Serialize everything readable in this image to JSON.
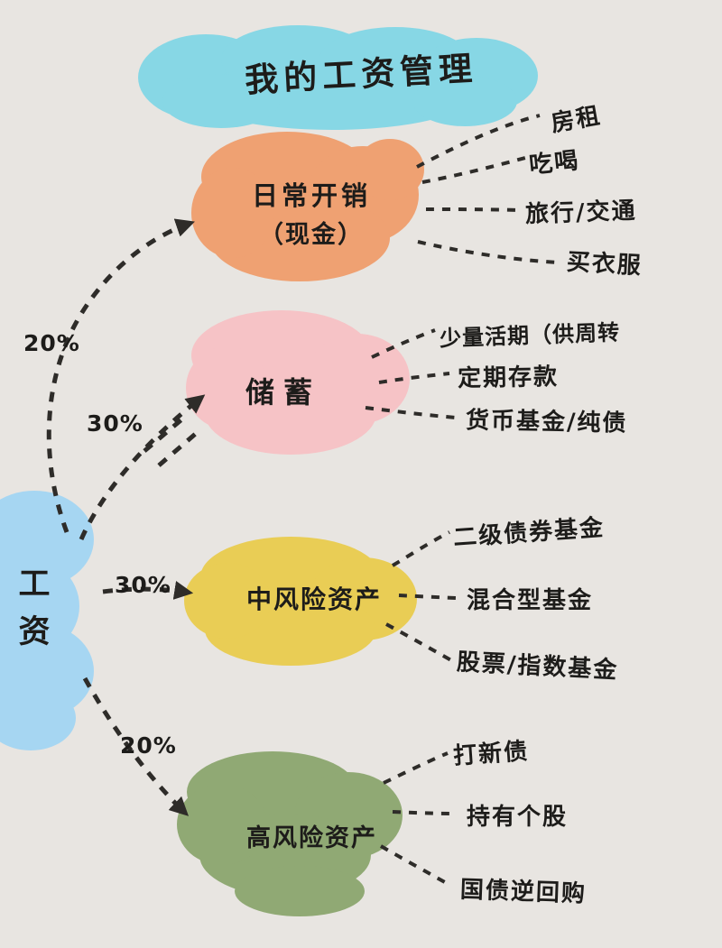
{
  "title": "我的工资管理",
  "title_color": "#87d7e5",
  "line_color": "#2e2c29",
  "root": {
    "label": "工资",
    "color": "#a6d6f2"
  },
  "branches": [
    {
      "label": "日常开销",
      "sublabel": "（现金）",
      "percent": "20%",
      "color": "#efa172",
      "children": [
        "房租",
        "吃喝",
        "旅行/交通",
        "买衣服"
      ]
    },
    {
      "label": "储蓄",
      "percent": "30%",
      "color": "#f6c3c6",
      "children": [
        "少量活期（供周转",
        "定期存款",
        "货币基金/纯债"
      ]
    },
    {
      "label": "中风险资产",
      "percent": "30%",
      "color": "#e9cd55",
      "children": [
        "二级债券基金",
        "混合型基金",
        "股票/指数基金"
      ]
    },
    {
      "label": "高风险资产",
      "percent": "20%",
      "color": "#90a974",
      "children": [
        "打新债",
        "持有个股",
        "国债逆回购"
      ]
    }
  ]
}
